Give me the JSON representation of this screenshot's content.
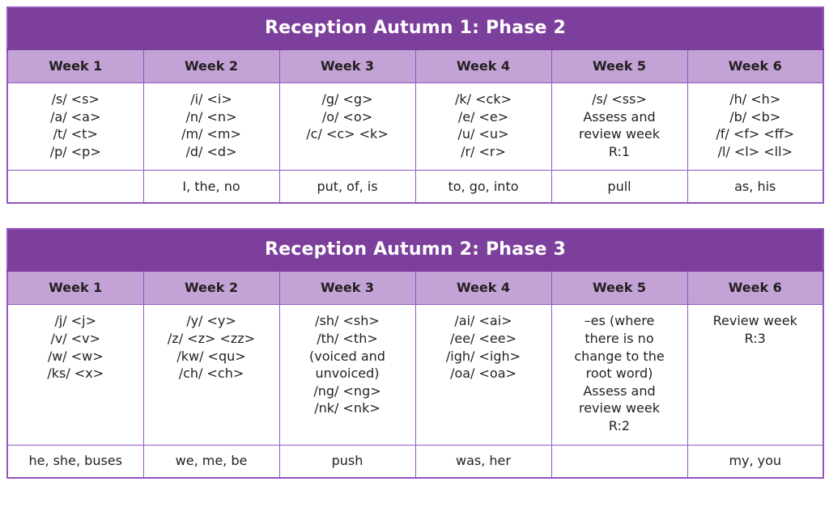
{
  "theme": {
    "header_purple": "#7d3f9c",
    "week_lilac": "#c3a2d6",
    "border_purple": "#9455bf",
    "text_color": "#231f20",
    "page_background": "#ffffff"
  },
  "tables": [
    {
      "title": "Reception Autumn 1: Phase 2",
      "week_headers": [
        "Week 1",
        "Week 2",
        "Week 3",
        "Week 4",
        "Week 5",
        "Week 6"
      ],
      "phoneme_cells": [
        [
          "/s/ <s>",
          "/a/ <a>",
          "/t/ <t>",
          "/p/ <p>"
        ],
        [
          "/i/ <i>",
          "/n/ <n>",
          "/m/ <m>",
          "/d/ <d>"
        ],
        [
          "/g/ <g>",
          "/o/ <o>",
          "/c/ <c> <k>"
        ],
        [
          "/k/ <ck>",
          "/e/ <e>",
          "/u/ <u>",
          "/r/ <r>"
        ],
        [
          "/s/ <ss>",
          "Assess and",
          "review week",
          "R:1"
        ],
        [
          "/h/ <h>",
          "/b/ <b>",
          "/f/ <f> <ff>",
          "/l/ <l> <ll>"
        ]
      ],
      "word_cells": [
        "",
        "I, the, no",
        "put, of, is",
        "to, go, into",
        "pull",
        "as, his"
      ]
    },
    {
      "title": "Reception Autumn 2: Phase 3",
      "week_headers": [
        "Week 1",
        "Week 2",
        "Week 3",
        "Week 4",
        "Week 5",
        "Week 6"
      ],
      "phoneme_cells": [
        [
          "/j/ <j>",
          "/v/ <v>",
          "/w/ <w>",
          "/ks/ <x>"
        ],
        [
          "/y/ <y>",
          "/z/ <z> <zz>",
          "/kw/ <qu>",
          "/ch/ <ch>"
        ],
        [
          "/sh/ <sh>",
          "/th/ <th>",
          "(voiced and",
          "unvoiced)",
          "/ng/ <ng>",
          "/nk/ <nk>"
        ],
        [
          "/ai/ <ai>",
          "/ee/ <ee>",
          "/igh/ <igh>",
          "/oa/ <oa>"
        ],
        [
          "–es (where",
          "there is no",
          "change to the",
          "root word)",
          "Assess and",
          "review week",
          "R:2"
        ],
        [
          "Review week",
          "R:3"
        ]
      ],
      "word_cells": [
        "he, she, buses",
        "we, me, be",
        "push",
        "was, her",
        "",
        "my, you"
      ]
    }
  ]
}
